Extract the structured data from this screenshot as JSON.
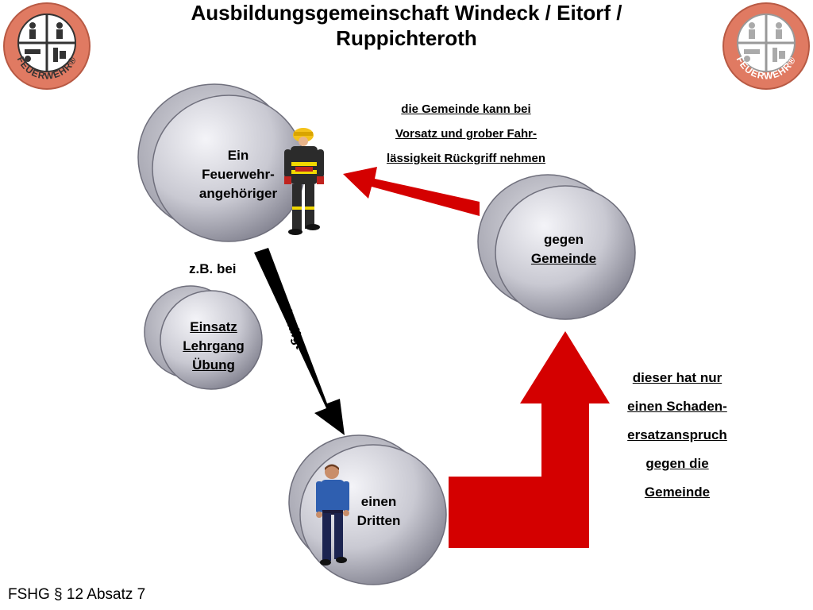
{
  "title": "Ausbildungsgemeinschaft Windeck / Eitorf / Ruppichteroth",
  "logo_left": {
    "text": "FEUERWEHR",
    "reg": "®",
    "color": "#e07a62"
  },
  "logo_right": {
    "text": "FEUERWEHR",
    "reg": "®",
    "color": "#e07a62"
  },
  "disc_member": {
    "lines": [
      "Ein",
      "Feuerwehr-",
      "angehöriger"
    ]
  },
  "disc_community": {
    "lines": [
      "gegen",
      "Gemeinde"
    ]
  },
  "disc_activities": {
    "lines": [
      "Einsatz",
      "Lehrgang",
      "Übung"
    ]
  },
  "disc_third": {
    "lines": [
      "einen",
      "Dritten"
    ]
  },
  "label_example": "z.B. bei",
  "arrow_black_label": "schädigt",
  "note_recourse": {
    "lines": [
      "die Gemeinde kann bei",
      "Vorsatz und grober Fahr-",
      "lässigkeit Rückgriff nehmen"
    ]
  },
  "note_claim": {
    "lines": [
      "dieser hat nur",
      "einen Schaden-",
      "ersatzanspruch",
      "gegen die",
      "Gemeinde"
    ]
  },
  "footer": "FSHG § 12 Absatz 7",
  "colors": {
    "arrow_red": "#d40000",
    "arrow_black": "#000000",
    "disc_dark": "#8a8a98",
    "disc_light": "#f2f2f6"
  },
  "icons": {
    "firefighter": "firefighter-icon",
    "person": "person-icon",
    "logo": "fire-brigade-logo-icon"
  }
}
